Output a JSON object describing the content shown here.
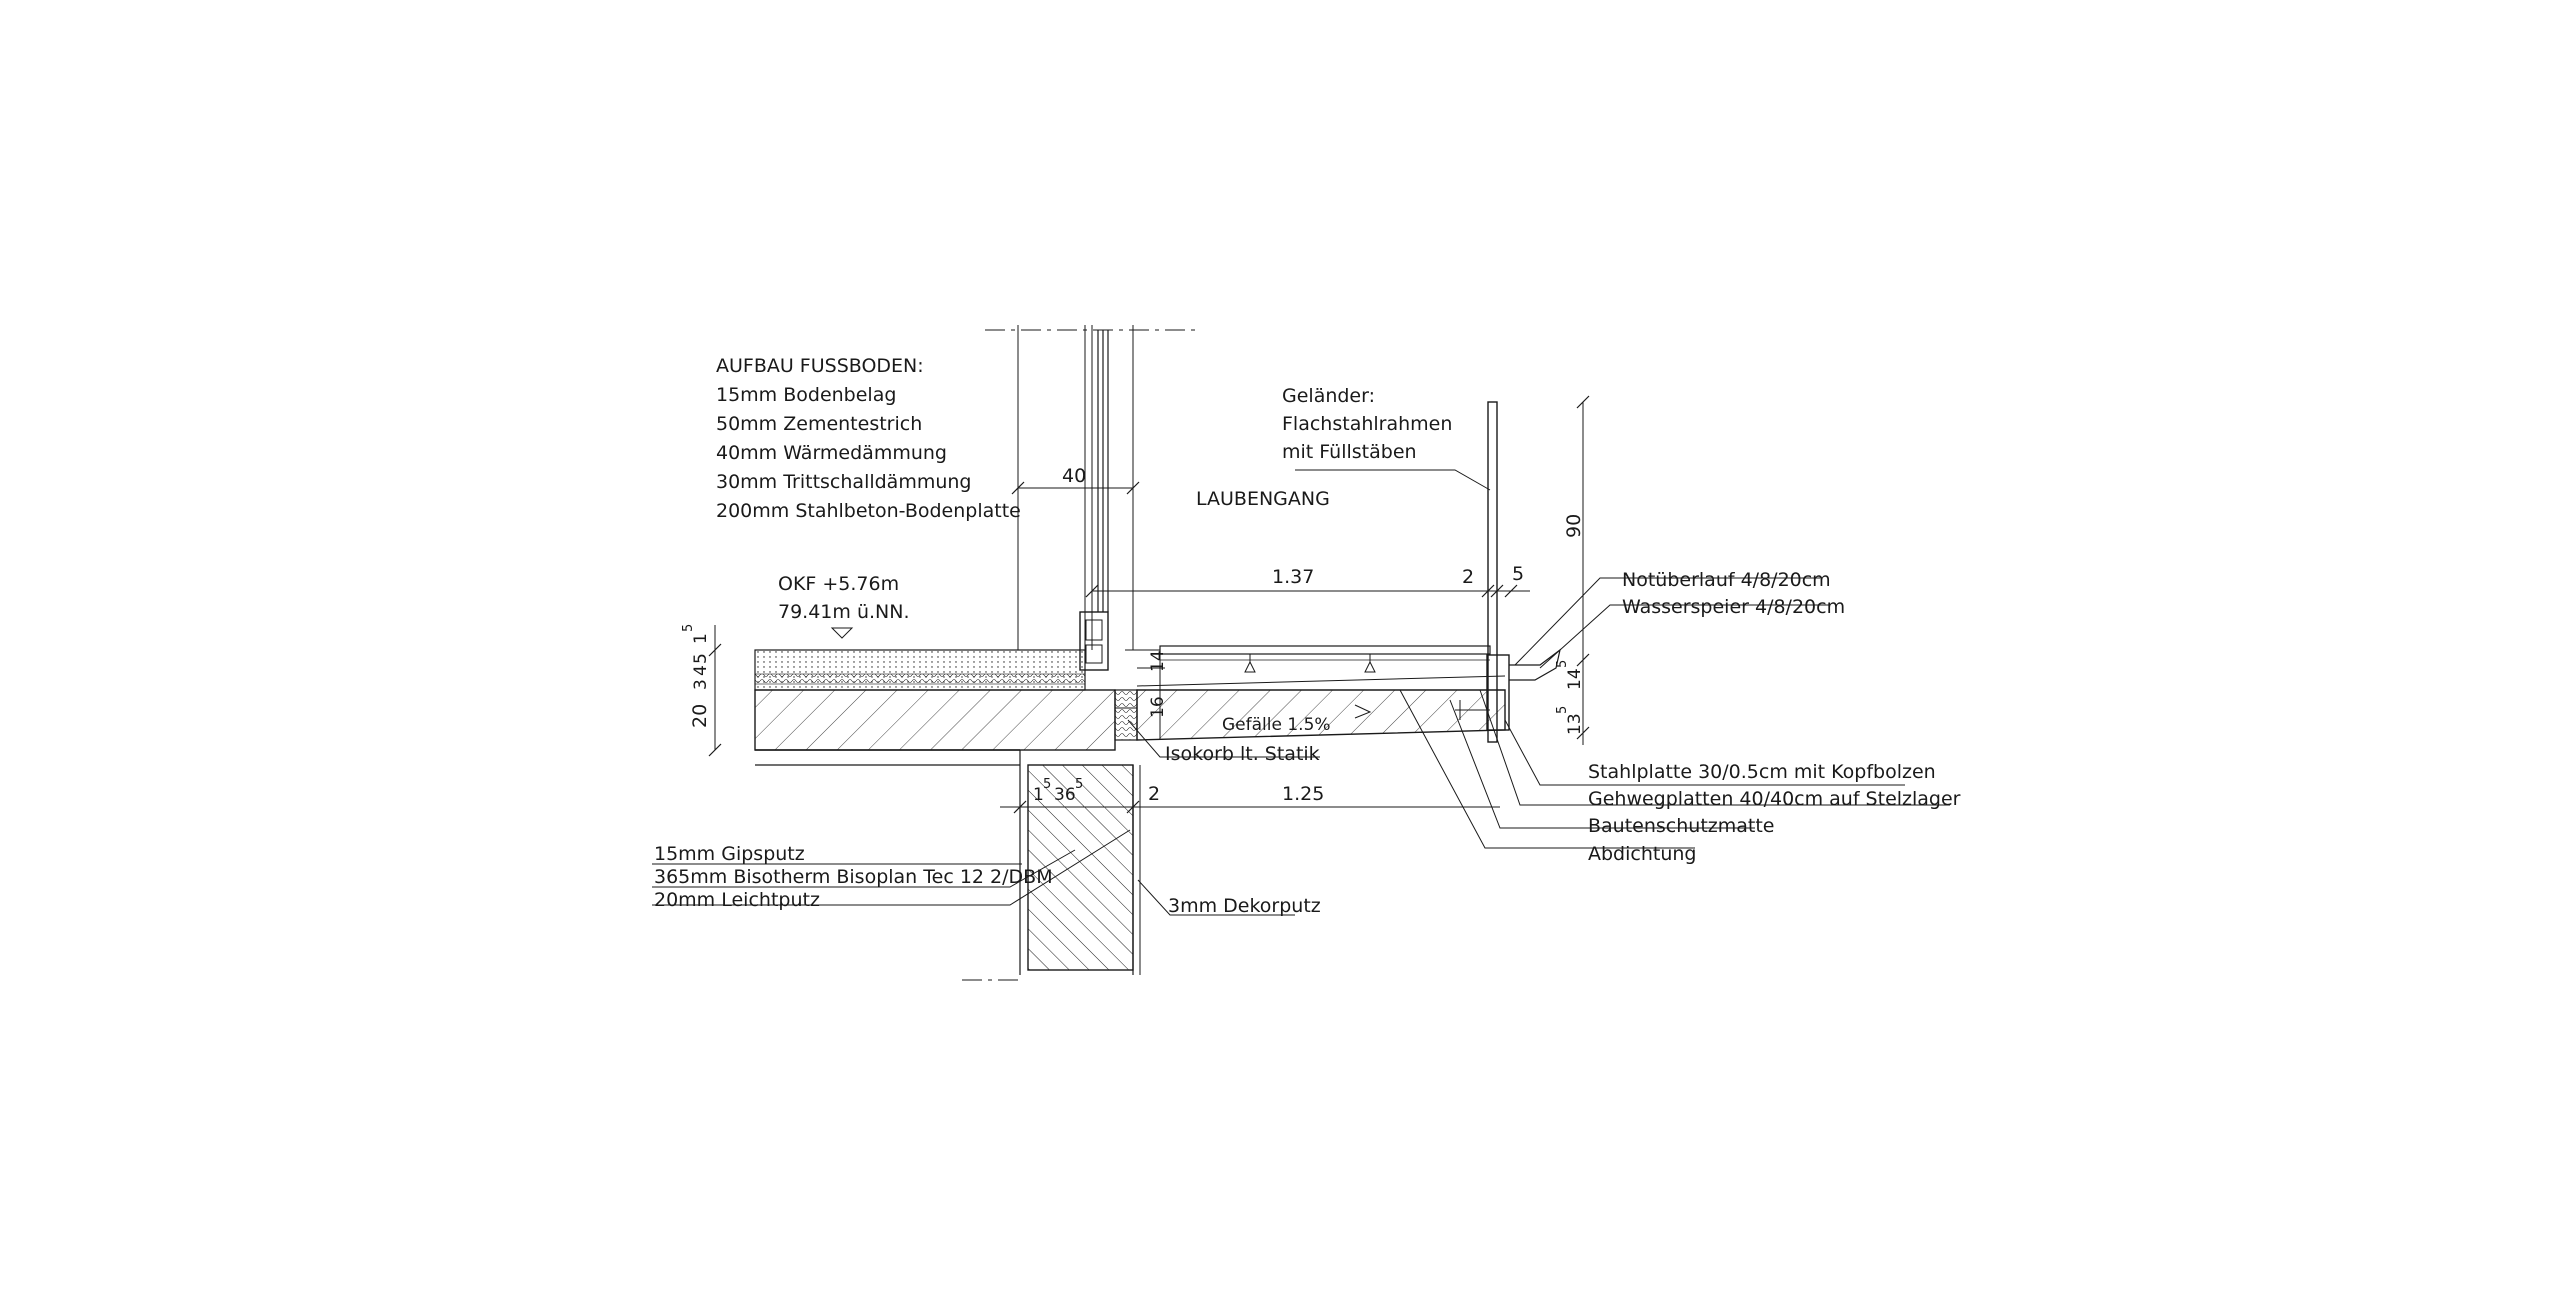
{
  "floor_build_up": {
    "heading": "AUFBAU FUSSBODEN:",
    "layers": [
      "15mm Bodenbelag",
      "50mm Zementestrich",
      "40mm Wärmedämmung",
      "30mm Trittschalldämmung",
      "200mm Stahlbeton-Bodenplatte"
    ]
  },
  "level": {
    "okf": "OKF +5.76m",
    "nn": "79.41m ü.NN."
  },
  "room_label": "LAUBENGANG",
  "railing": {
    "line1": "Geländer:",
    "line2": "Flachstahlrahmen",
    "line3": "mit Füllstäben"
  },
  "callouts_right": {
    "notueberlauf": "Notüberlauf 4/8/20cm",
    "wasserspeier": "Wasserspeier 4/8/20cm",
    "stahlplatte": "Stahlplatte 30/0.5cm mit Kopfbolzen",
    "gehwegplatten": "Gehwegplatten 40/40cm auf Stelzlager",
    "bautenschutzmatte": "Bautenschutzmatte",
    "abdichtung": "Abdichtung"
  },
  "callouts_left": {
    "gipsputz": "15mm Gipsputz",
    "bisotherm": "365mm Bisotherm Bisoplan Tec 12 2/DBM",
    "leichtputz": "20mm Leichtputz"
  },
  "dekorputz": "3mm Dekorputz",
  "isokorb": "Isokorb lt. Statik",
  "gefaelle": "Gefälle 1.5%",
  "dimensions": {
    "window_width": "40",
    "balcony_top": "1.37",
    "top_small_2": "2",
    "top_5": "5",
    "railing_height": "90",
    "slab_total": "20",
    "slab_parts": "3",
    "slab_parts_2": "4",
    "slab_parts_3": "5",
    "slab_parts_4": "1",
    "sup_5a": "5",
    "d_14": "14",
    "d_16": "16",
    "d_14_5": "14",
    "sup_5b": "5",
    "d_13_5": "13",
    "sup_5c": "5",
    "wall_1": "1",
    "sup_5d": "5",
    "wall_36": "36",
    "sup_5e": "5",
    "bottom_2": "2",
    "bottom_125": "1.25"
  }
}
